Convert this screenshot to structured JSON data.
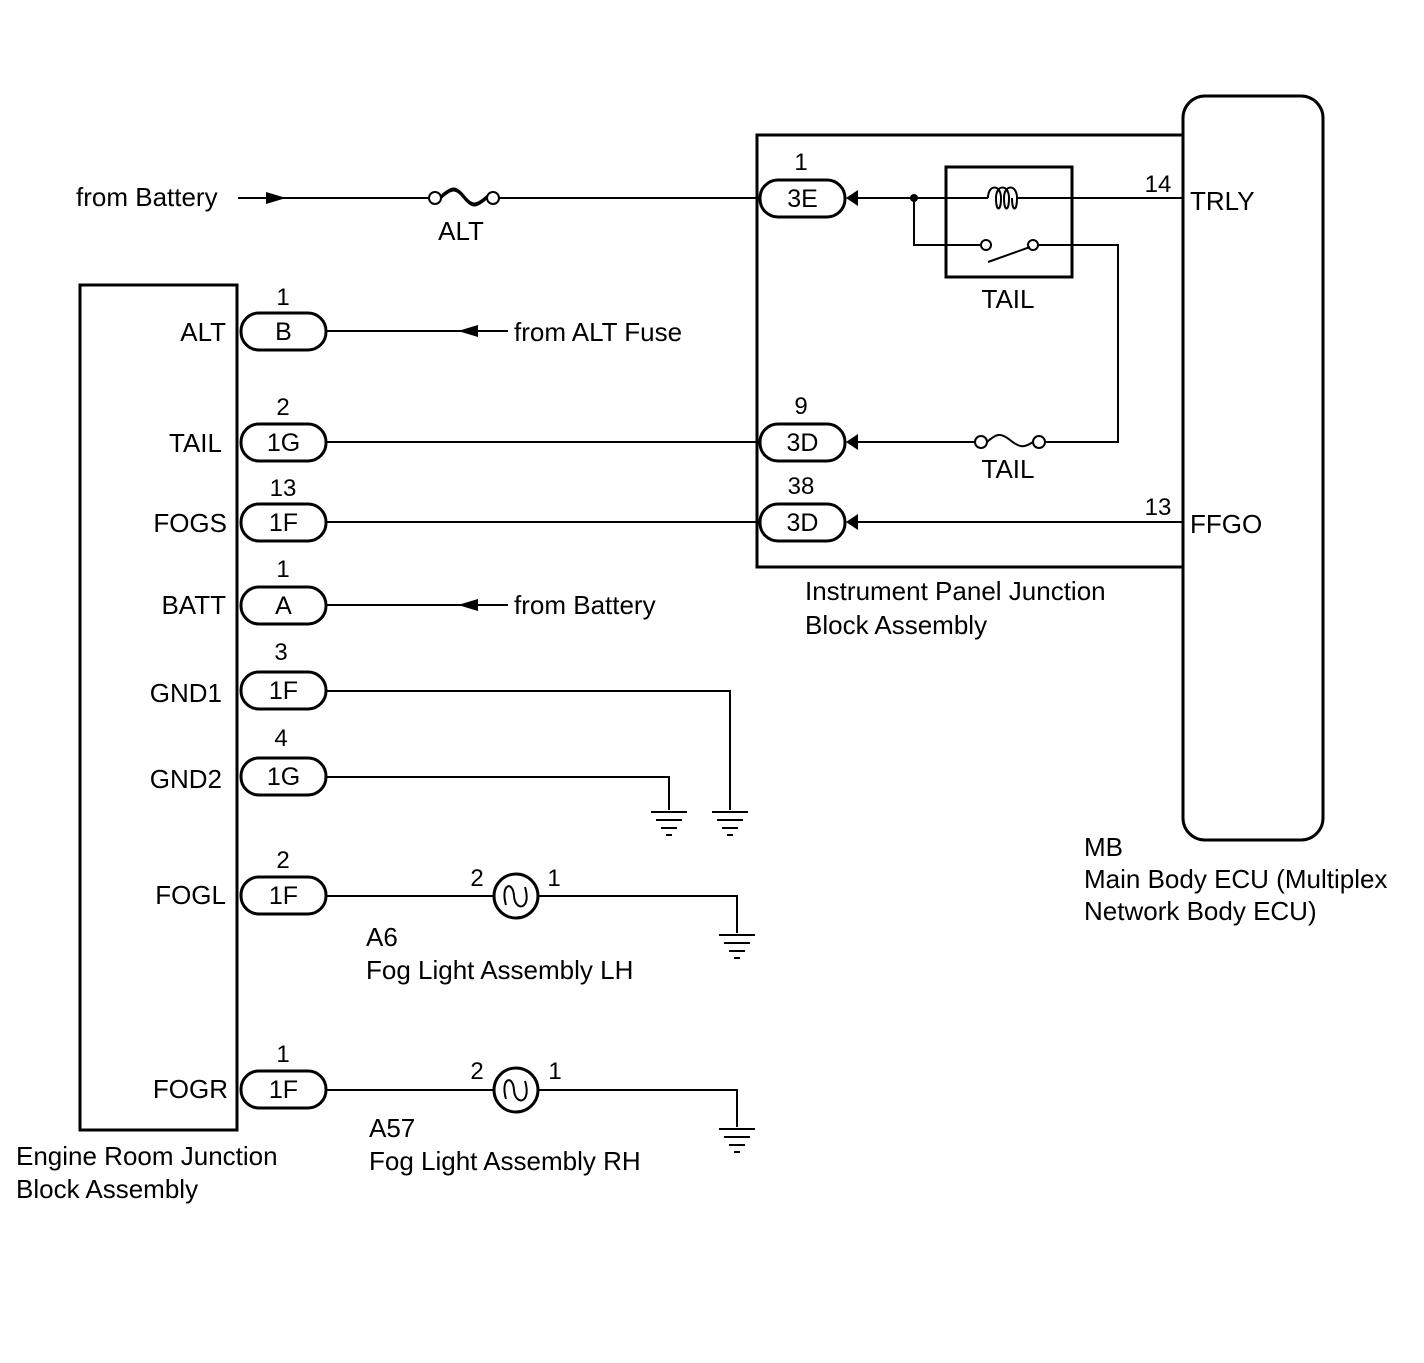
{
  "engine_block": {
    "name_line1": "Engine Room Junction",
    "name_line2": "Block Assembly",
    "terminals": [
      {
        "label": "ALT",
        "pin": "1",
        "connector": "B"
      },
      {
        "label": "TAIL",
        "pin": "2",
        "connector": "1G"
      },
      {
        "label": "FOGS",
        "pin": "13",
        "connector": "1F"
      },
      {
        "label": "BATT",
        "pin": "1",
        "connector": "A"
      },
      {
        "label": "GND1",
        "pin": "3",
        "connector": "1F"
      },
      {
        "label": "GND2",
        "pin": "4",
        "connector": "1G"
      },
      {
        "label": "FOGL",
        "pin": "2",
        "connector": "1F"
      },
      {
        "label": "FOGR",
        "pin": "1",
        "connector": "1F"
      }
    ]
  },
  "sources": {
    "battery_top": "from Battery",
    "alt_fuse": "from ALT Fuse",
    "battery_batt": "from Battery"
  },
  "alt_fuse_label": "ALT",
  "ip_block": {
    "name_line1": "Instrument Panel Junction",
    "name_line2": "Block Assembly",
    "connectors": [
      {
        "pin": "1",
        "connector": "3E"
      },
      {
        "pin": "9",
        "connector": "3D"
      },
      {
        "pin": "38",
        "connector": "3D"
      }
    ],
    "relay_label": "TAIL",
    "fuse_label": "TAIL"
  },
  "ecu": {
    "code": "MB",
    "name_line1": "Main Body ECU (Multiplex",
    "name_line2": "Network Body ECU)",
    "terminals": [
      {
        "label": "TRLY",
        "pin": "14"
      },
      {
        "label": "FFGO",
        "pin": "13"
      }
    ]
  },
  "fog_lh": {
    "code": "A6",
    "name": "Fog Light Assembly LH",
    "pin_in": "2",
    "pin_out": "1"
  },
  "fog_rh": {
    "code": "A57",
    "name": "Fog Light Assembly RH",
    "pin_in": "2",
    "pin_out": "1"
  }
}
